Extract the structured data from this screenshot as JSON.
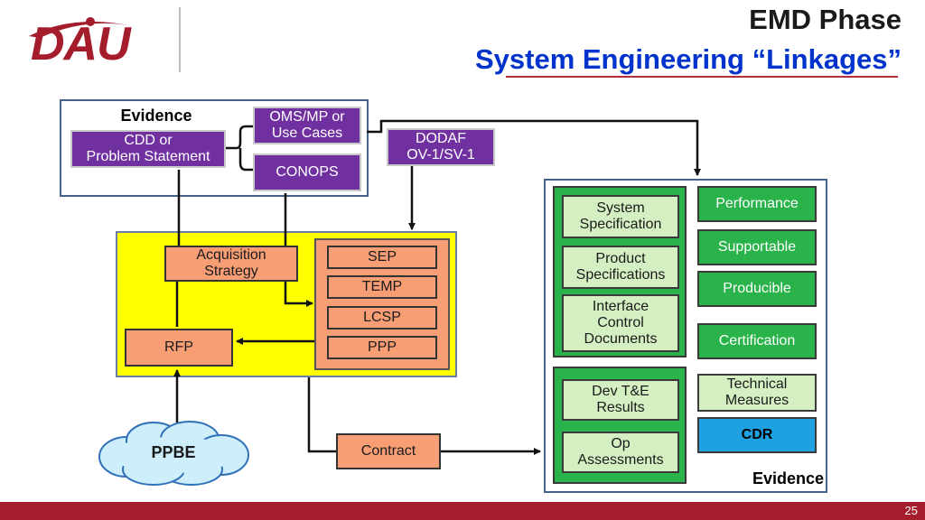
{
  "header": {
    "logo_text": "DAU",
    "title_line1": "EMD Phase",
    "title_line2": "System Engineering “Linkages”"
  },
  "colors": {
    "title_blue": "#0033cc",
    "brand_red": "#a51d2d",
    "purple": "#7030a0",
    "orange": "#f79e75",
    "yellow": "#ffff00",
    "green": "#29b34a",
    "light_green": "#d4f0c3",
    "blue": "#1fa0e0"
  },
  "evidence_top": {
    "label": "Evidence",
    "cdd": "CDD or\nProblem Statement",
    "oms": "OMS/MP or\nUse Cases",
    "conops": "CONOPS"
  },
  "dodaf": "DODAF\nOV-1/SV-1",
  "acquisition": {
    "strategy": "Acquisition\nStrategy",
    "rfp": "RFP",
    "plans": [
      "SEP",
      "TEMP",
      "LCSP",
      "PPP"
    ]
  },
  "ppbe": "PPBE",
  "contract": "Contract",
  "right_panel": {
    "specs": [
      "System\nSpecification",
      "Product\nSpecifications",
      "Interface\nControl\nDocuments"
    ],
    "results": [
      "Dev T&E\nResults",
      "Op\nAssessments"
    ],
    "attributes": [
      "Performance",
      "Supportable",
      "Producible",
      "Certification"
    ],
    "technical_measures": "Technical\nMeasures",
    "cdr": "CDR",
    "evidence_label": "Evidence"
  },
  "footer": {
    "page_number": "25"
  }
}
